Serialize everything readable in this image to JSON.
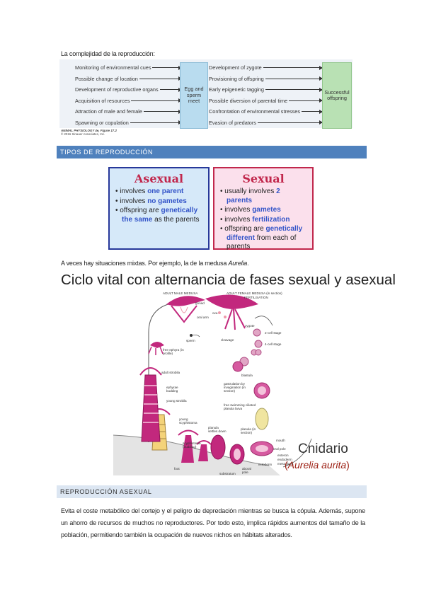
{
  "intro": "La complejidad de la reproducción:",
  "fig1": {
    "left_items": [
      "Monitoring of environmental cues",
      "Possible change of location",
      "Development of reproductive organs",
      "Acquisition of resources",
      "Attraction of male and female",
      "Spawning or copulation"
    ],
    "center_box": "Egg and sperm meet",
    "right_items": [
      "Development of zygote",
      "Provisioning of offspring",
      "Early epigenetic tagging",
      "Possible diversion of parental time",
      "Confrontation of environmental stresses",
      "Evasion of predators"
    ],
    "outcome_box": "Successful offspring",
    "credit_book": "ANIMAL PHYSIOLOGY 4e, Figure 17.2",
    "credit_pub": "© 2016 Sinauer Associates, Inc."
  },
  "section_tipos": "TIPOS DE REPRODUCCIÓN",
  "asexual": {
    "title": "Asexual",
    "items": [
      {
        "pre": "involves ",
        "hl": "one parent",
        "post": ""
      },
      {
        "pre": "involves ",
        "hl": "no gametes",
        "post": ""
      },
      {
        "pre": "offspring are ",
        "hl": "genetically the same",
        "post": " as the parents"
      }
    ]
  },
  "sexual": {
    "title": "Sexual",
    "items": [
      {
        "pre": "usually involves ",
        "hl": "2 parents",
        "post": ""
      },
      {
        "pre": "involves ",
        "hl": "gametes",
        "post": ""
      },
      {
        "pre": "involves ",
        "hl": "fertilization",
        "post": ""
      },
      {
        "pre": "offspring are ",
        "hl": "genetically different",
        "post": " from each of parents"
      }
    ]
  },
  "aurelia_text": "A veces hay situaciones mixtas. Por ejemplo, la de la medusa ",
  "aurelia_name": "Aurelia",
  "aurelia_end": ".",
  "lifecycle": {
    "title": "Ciclo vital con alternancia de fases sexual y asexual",
    "labels": {
      "male": "ADULT MALE MEDUSA",
      "female": "ADULT FEMALE MEDUSA (in section)",
      "fertilisation": "FERTILISATION",
      "gonad": "gonad",
      "ova": "ova",
      "oral_arm": "oral arm",
      "sperm": "sperm",
      "zygote": "zygote",
      "two_cell": "2-cell stage",
      "four_cell": "4-cell stage",
      "cleavage": "cleavage",
      "blastula": "blastula",
      "gastrulation": "gastrulation by invagination (in section)",
      "planula_larva": "free swimming ciliated planula larva",
      "planula_section": "planula (in section)",
      "mouth": "mouth",
      "oral_pole": "oral pole",
      "enteron": "enteron",
      "endoderm": "endoderm",
      "mesogloea": "mesogloea",
      "ectoderm": "ectoderm",
      "aboral_pole": "aboral pole",
      "planula_settles": "planula settles down",
      "substratum": "substratum",
      "foot": "foot",
      "young_scyphistoma": "young scyphistoma",
      "scyphistoma_budding": "scyphistoma (budding)",
      "young_strobila": "young strobila",
      "ephyrae_budding": "ephyrae budding",
      "adult_strobila": "adult strobila",
      "free_ephyra": "free ephyra (in profile)"
    },
    "cnidario": "Cnidario",
    "species": "Aurelia aurita"
  },
  "section_asexual": "REPRODUCCIÓN ASEXUAL",
  "paragraph": "Evita el coste metabólico del cortejo y el peligro de depredación mientras se busca la cópula. Además, supone un ahorro de recursos de muchos no reproductores. Por todo esto, implica rápidos aumentos del tamaño de la población, permitiendo también la ocupación de nuevos nichos en hábitats alterados.",
  "colors": {
    "section_blue": "#4f81bd",
    "section_light": "#dce6f2",
    "asexual_border": "#27389a",
    "sexual_border": "#c1274c",
    "highlight_text": "#3354c8",
    "jellyfish_magenta": "#c2287d"
  }
}
